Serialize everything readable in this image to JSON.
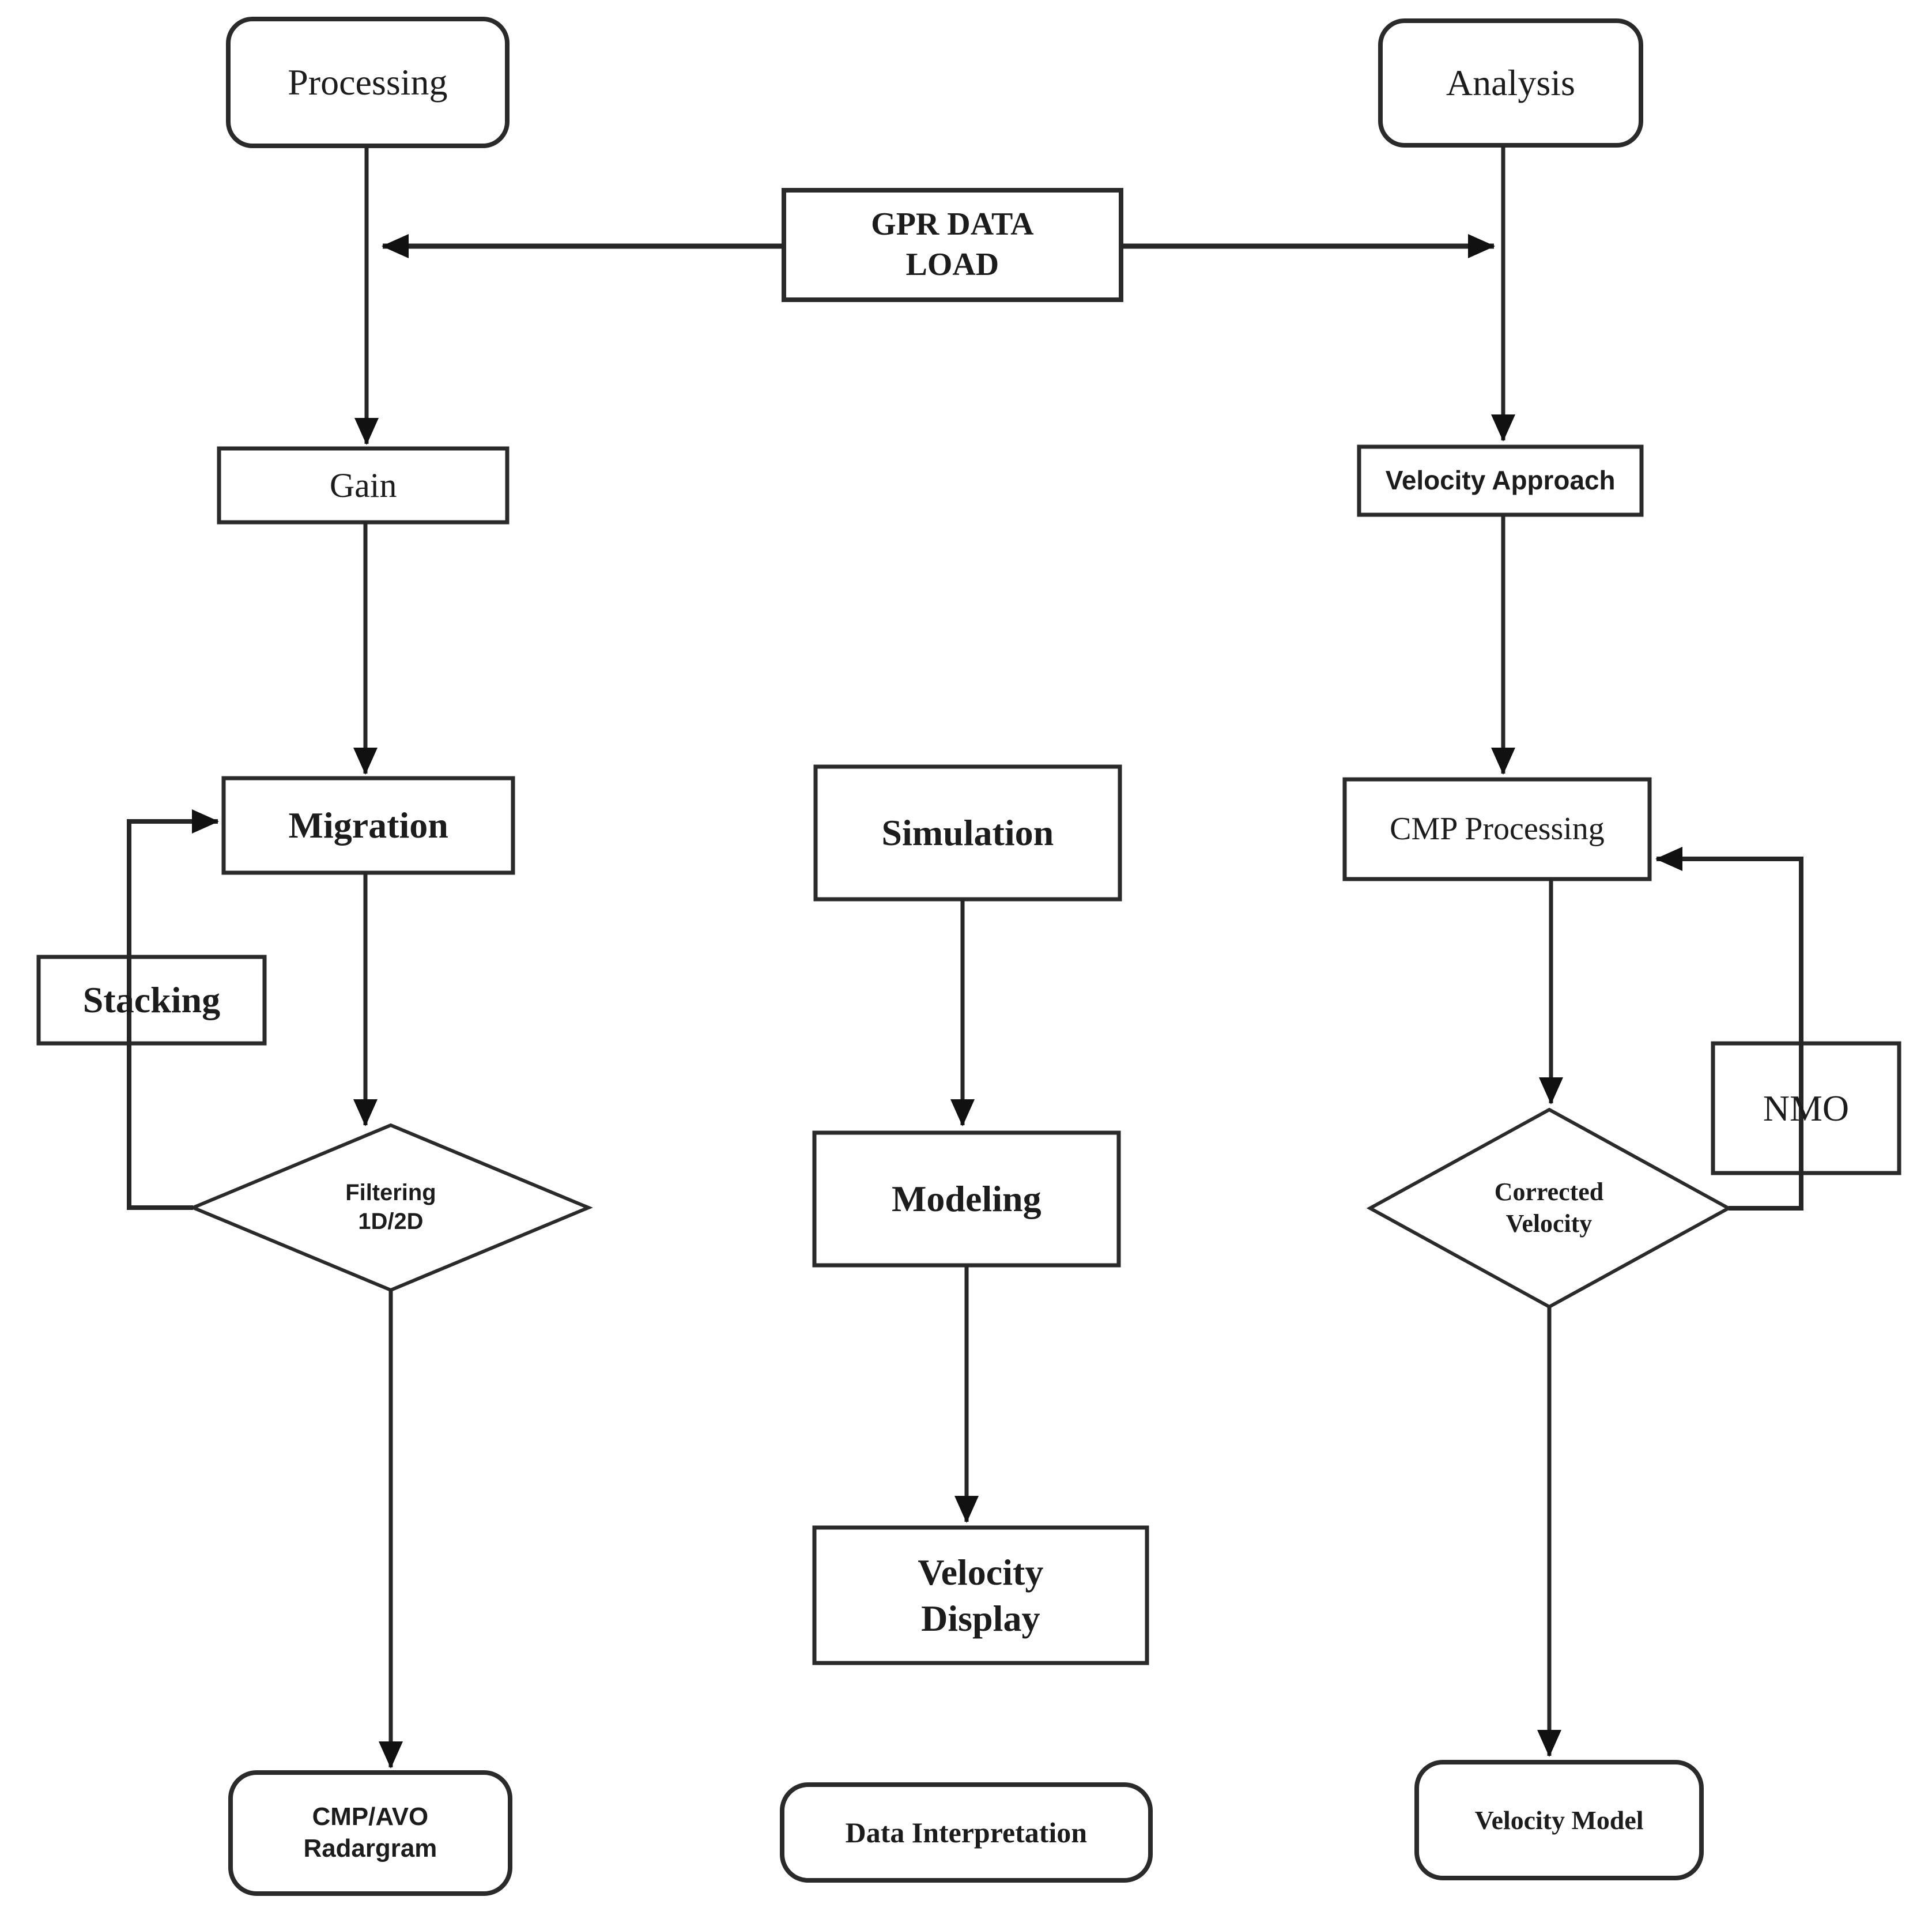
{
  "diagram": {
    "background_color": "#ffffff",
    "line_color": "#262626",
    "arrow_color": "#111111",
    "nodes": {
      "processing": {
        "label": "Processing",
        "shape": "rounded-rect"
      },
      "analysis": {
        "label": "Analysis",
        "shape": "rounded-rect"
      },
      "gpr_data_load": {
        "label": "GPR DATA\nLOAD",
        "shape": "rect"
      },
      "gain": {
        "label": "Gain",
        "shape": "rect"
      },
      "velocity_approach": {
        "label": "Velocity Approach",
        "shape": "rect"
      },
      "migration": {
        "label": "Migration",
        "shape": "rect"
      },
      "stacking": {
        "label": "Stacking",
        "shape": "rect"
      },
      "simulation": {
        "label": "Simulation",
        "shape": "rect"
      },
      "cmp_processing": {
        "label": "CMP Processing",
        "shape": "rect"
      },
      "nmo": {
        "label": "NMO",
        "shape": "rect"
      },
      "filtering": {
        "label": "Filtering\n1D/2D",
        "shape": "diamond"
      },
      "corrected_velocity": {
        "label": "Corrected\nVelocity",
        "shape": "diamond"
      },
      "modeling": {
        "label": "Modeling",
        "shape": "rect"
      },
      "velocity_display": {
        "label": "Velocity\nDisplay",
        "shape": "rect"
      },
      "cmp_avo_radargram": {
        "label": "CMP/AVO\nRadargram",
        "shape": "rounded-rect"
      },
      "data_interpretation": {
        "label": "Data Interpretation",
        "shape": "rounded-rect"
      },
      "velocity_model": {
        "label": "Velocity Model",
        "shape": "rounded-rect"
      }
    },
    "edges": [
      {
        "from": "GPR DATA LOAD",
        "to": "Processing-Gain connector"
      },
      {
        "from": "GPR DATA LOAD",
        "to": "Analysis-Velocity Approach connector"
      },
      {
        "from": "Processing",
        "to": "Gain"
      },
      {
        "from": "Gain",
        "to": "Migration"
      },
      {
        "from": "Migration",
        "to": "Filtering 1D/2D"
      },
      {
        "from": "Filtering 1D/2D",
        "to": "Stacking"
      },
      {
        "from": "Stacking",
        "to": "Migration"
      },
      {
        "from": "Filtering 1D/2D",
        "to": "CMP/AVO Radargram"
      },
      {
        "from": "Simulation",
        "to": "Modeling"
      },
      {
        "from": "Modeling",
        "to": "Velocity Display"
      },
      {
        "from": "Analysis",
        "to": "Velocity Approach"
      },
      {
        "from": "Velocity Approach",
        "to": "CMP Processing"
      },
      {
        "from": "CMP Processing",
        "to": "Corrected Velocity"
      },
      {
        "from": "Corrected Velocity",
        "to": "NMO"
      },
      {
        "from": "NMO",
        "to": "CMP Processing"
      },
      {
        "from": "Corrected Velocity",
        "to": "Velocity Model"
      }
    ]
  }
}
